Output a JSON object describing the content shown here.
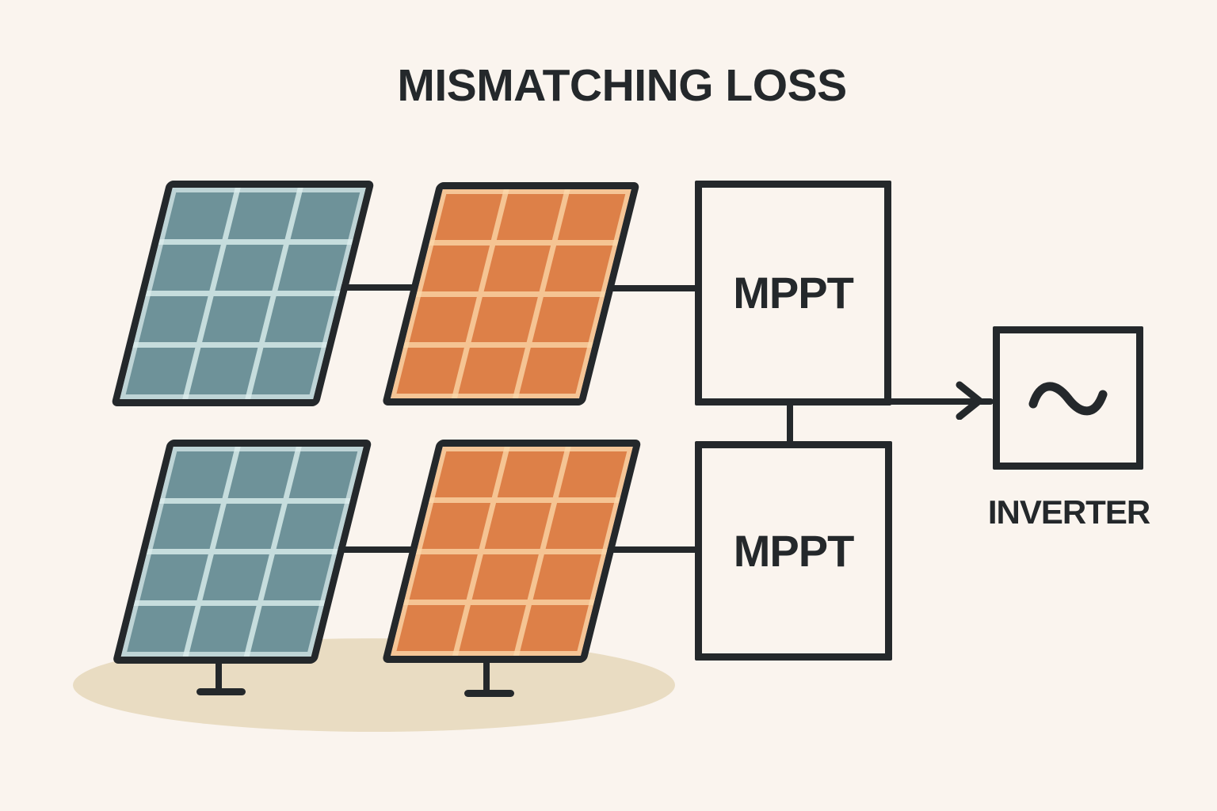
{
  "title": "MISMATCHING LOSS",
  "colors": {
    "background": "#faf4ee",
    "ink": "#24282b",
    "panel_teal_cell": "#6e9299",
    "panel_teal_line": "#c6dddd",
    "panel_orange_cell": "#dd8048",
    "panel_orange_line": "#f5c493",
    "ground_shadow": "#e9dcc2"
  },
  "panels": [
    {
      "id": "panel-teal-top",
      "color_name": "teal",
      "rows": 4,
      "cols": 3
    },
    {
      "id": "panel-orange-top",
      "color_name": "orange",
      "rows": 4,
      "cols": 3
    },
    {
      "id": "panel-teal-bottom",
      "color_name": "teal",
      "rows": 4,
      "cols": 3
    },
    {
      "id": "panel-orange-bottom",
      "color_name": "orange",
      "rows": 4,
      "cols": 3
    }
  ],
  "nodes": {
    "mppt_top": {
      "label": "MPPT"
    },
    "mppt_bottom": {
      "label": "MPPT"
    },
    "inverter": {
      "label": "INVERTER",
      "icon": "sine-wave-icon"
    }
  },
  "connections": [
    {
      "from": "panel-teal-top",
      "to": "panel-orange-top",
      "arrow": false
    },
    {
      "from": "panel-orange-top",
      "to": "mppt_top",
      "arrow": false
    },
    {
      "from": "panel-teal-bottom",
      "to": "panel-orange-bottom",
      "arrow": false
    },
    {
      "from": "panel-orange-bottom",
      "to": "mppt_bottom",
      "arrow": false
    },
    {
      "from": "mppt_top",
      "to": "mppt_bottom",
      "arrow": false
    },
    {
      "from": "mppt_top",
      "to": "inverter",
      "arrow": true
    }
  ]
}
